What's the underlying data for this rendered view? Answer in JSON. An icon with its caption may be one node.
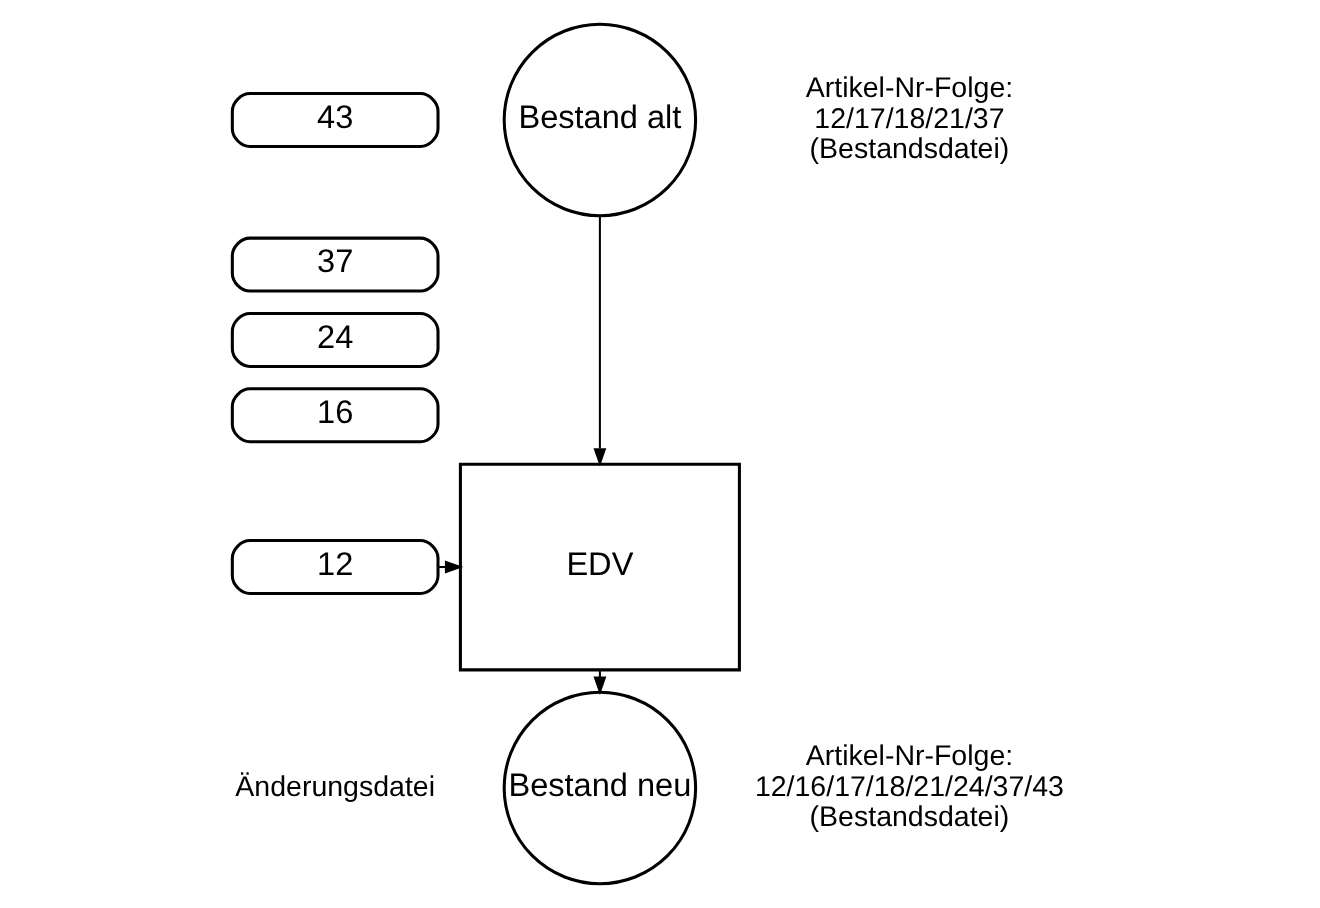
{
  "diagram": {
    "nodes": [
      {
        "text": [
          "Bestand alt"
        ],
        "beside": [
          "Artikel-Nr-Folge: 12/17/18/21/37 (Bestandsdatei)"
        ]
      },
      {
        "text": [
          "43"
        ]
      },
      {
        "text": [
          "37"
        ]
      },
      {
        "text": [
          "24"
        ]
      },
      {
        "text": [
          "16"
        ]
      },
      {
        "text": [
          "12"
        ]
      },
      {
        "text": [
          "EDV"
        ]
      },
      {
        "text": [
          "Bestand neu"
        ],
        "beside": [
          "Artikel-Nr-Folge: 12/16/17/18/21/24/37/43 (Bestandsdatei)"
        ]
      }
    ],
    "edges": [
      {
        "from": 0,
        "to": 6,
        "arrow": "to"
      },
      {
        "from": 5,
        "to": 6,
        "arrow": "to"
      },
      {
        "from": 6,
        "to": 7,
        "arrow": "to"
      }
    ],
    "labels": [
      "Änderungsdatei"
    ]
  }
}
